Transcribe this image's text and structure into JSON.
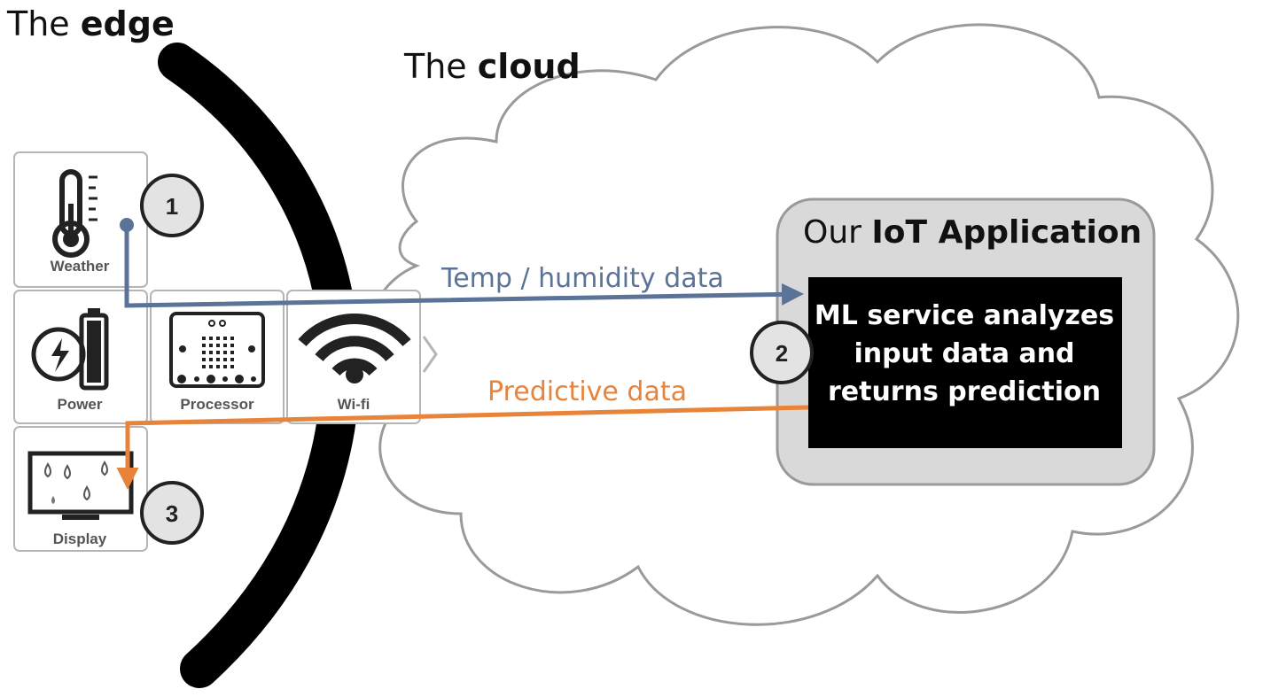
{
  "titles": {
    "edge_prefix": "The ",
    "edge_bold": "edge",
    "cloud_prefix": "The ",
    "cloud_bold": "cloud"
  },
  "app": {
    "title_prefix": "Our ",
    "title_bold": "IoT Application",
    "service_lines": [
      "ML service analyzes",
      "input data and",
      "returns prediction"
    ]
  },
  "modules": {
    "weather": "Weather",
    "power": "Power",
    "processor": "Processor",
    "wifi": "Wi-fi",
    "display": "Display"
  },
  "badges": [
    "1",
    "2",
    "3"
  ],
  "flows": {
    "upload_label": "Temp / humidity data",
    "download_label": "Predictive data"
  },
  "colors": {
    "upload_arrow": "#5b7396",
    "download_arrow": "#e8833a",
    "app_box_fill": "#d9d9d9",
    "service_box_fill": "#000000",
    "edge_arc": "#000000"
  },
  "icons": [
    "thermometer-icon",
    "battery-icon",
    "microbit-icon",
    "wifi-icon",
    "display-raindrops-icon"
  ]
}
